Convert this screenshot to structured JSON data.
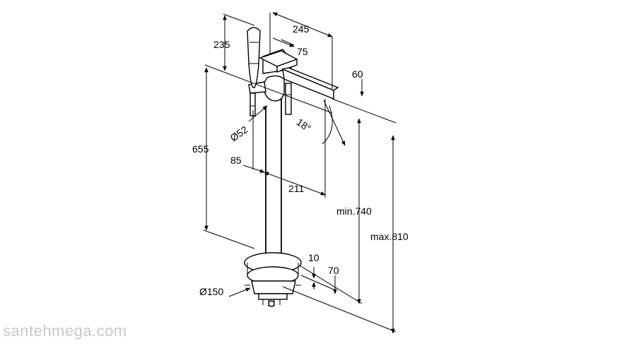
{
  "dimensions": {
    "d235": "235",
    "d245": "245",
    "d75": "75",
    "d60": "60",
    "d655": "655",
    "d52": "Ø52",
    "d18": "18°",
    "d85": "85",
    "d211": "211",
    "dmin": "min.740",
    "dmax": "max.810",
    "d10": "10",
    "d70": "70",
    "d150": "Ø150"
  },
  "watermark": "santehmega.com"
}
